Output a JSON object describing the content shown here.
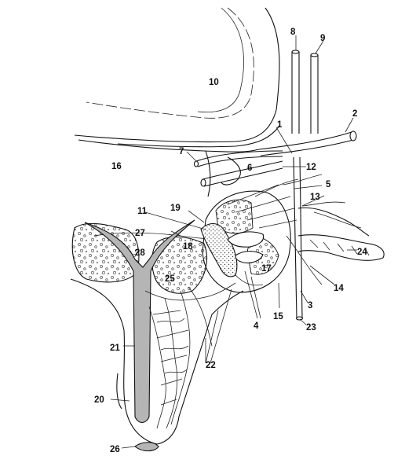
{
  "figure": {
    "labels": [
      "1",
      "2",
      "3",
      "4",
      "5",
      "6",
      "7",
      "8",
      "9",
      "10",
      "11",
      "12",
      "13",
      "14",
      "15",
      "16",
      "17",
      "18",
      "19",
      "20",
      "21",
      "22",
      "23",
      "24",
      "25",
      "26",
      "27",
      "28"
    ]
  },
  "colors": {
    "ink": "#111111",
    "fill_grey": "#b5b5b5",
    "background": "#ffffff"
  }
}
